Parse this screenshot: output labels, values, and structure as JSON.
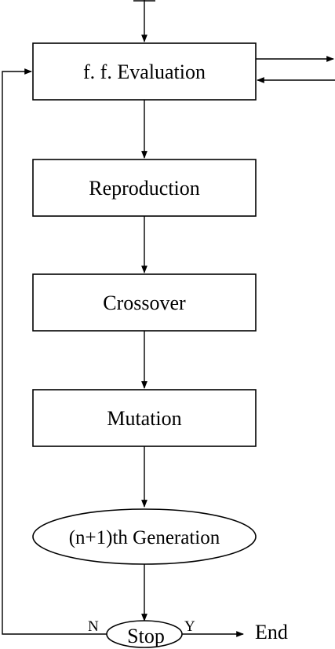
{
  "diagram": {
    "nodes": {
      "evaluation": {
        "label": "f. f. Evaluation",
        "shape": "rectangle"
      },
      "reproduction": {
        "label": "Reproduction",
        "shape": "rectangle"
      },
      "crossover": {
        "label": "Crossover",
        "shape": "rectangle"
      },
      "mutation": {
        "label": "Mutation",
        "shape": "rectangle"
      },
      "generation": {
        "label": "(n+1)th Generation",
        "shape": "ellipse"
      },
      "stop": {
        "label": "Stop",
        "shape": "ellipse"
      },
      "end": {
        "label": "End",
        "shape": "text"
      }
    },
    "edges": {
      "no_label": "N",
      "yes_label": "Y"
    },
    "colors": {
      "stroke": "#000000",
      "background": "#ffffff"
    }
  }
}
